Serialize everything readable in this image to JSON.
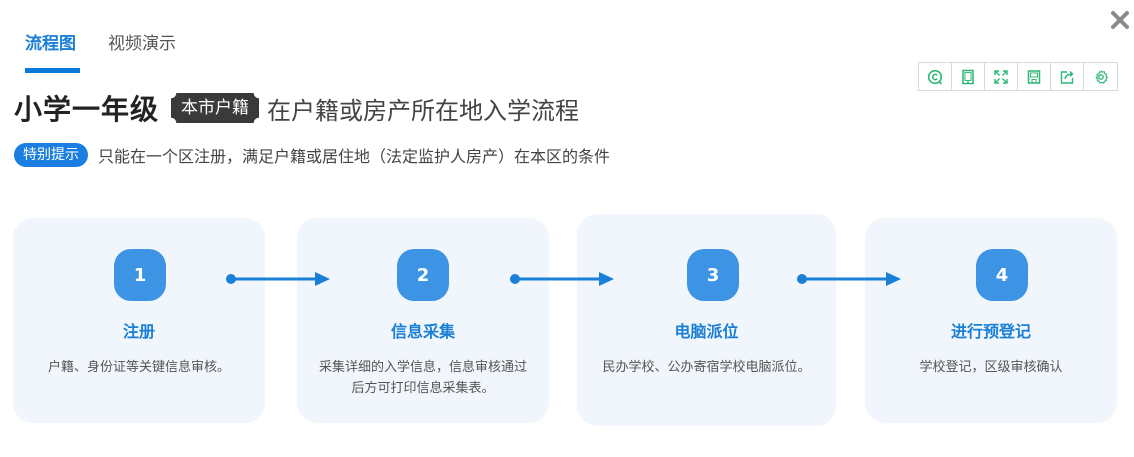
{
  "close_icon": "close-icon",
  "tabs": [
    {
      "label": "流程图",
      "active": true
    },
    {
      "label": "视频演示",
      "active": false
    }
  ],
  "toolbar": {
    "color": "#2bb673",
    "tools": [
      {
        "name": "copyright-icon",
        "label": "Copyright"
      },
      {
        "name": "tablet-icon",
        "label": "Device view"
      },
      {
        "name": "fullscreen-icon",
        "label": "Fullscreen"
      },
      {
        "name": "save-icon",
        "label": "Save"
      },
      {
        "name": "share-icon",
        "label": "Share"
      },
      {
        "name": "gear-icon",
        "label": "Settings"
      }
    ]
  },
  "header": {
    "title": "小学一年级",
    "pill": "本市户籍",
    "subtitle": "在户籍或房产所在地入学流程"
  },
  "tip": {
    "badge": "特别提示",
    "text": "只能在一个区注册，满足户籍或居住地（法定监护人房产）在本区的条件"
  },
  "colors": {
    "accent": "#1a7fd6",
    "badge": "#3d93e4",
    "card_bg": "#f1f6fc",
    "arrow": "#1a7fd6",
    "pill_bg": "#3a3a3a",
    "tip_bg": "#1a7fe0"
  },
  "steps": [
    {
      "number": "1",
      "title": "注册",
      "desc": "户籍、身份证等关键信息审核。"
    },
    {
      "number": "2",
      "title": "信息采集",
      "desc": "采集详细的入学信息，信息审核通过后方可打印信息采集表。"
    },
    {
      "number": "3",
      "title": "电脑派位",
      "desc": "民办学校、公办寄宿学校电脑派位。"
    },
    {
      "number": "4",
      "title": "进行预登记",
      "desc": "学校登记，区级审核确认"
    }
  ]
}
